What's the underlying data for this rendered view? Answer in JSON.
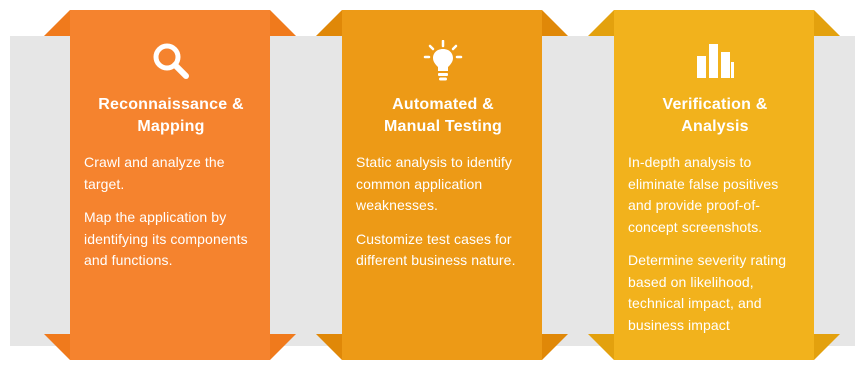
{
  "colors": {
    "band": "#e6e6e6",
    "card1": "#f5832e",
    "card1_fold": "#f07a1c",
    "card2": "#ed9a16",
    "card2_fold": "#e08808",
    "card3": "#f2b21c",
    "card3_fold": "#e3a10e"
  },
  "cards": [
    {
      "icon": "magnifier-icon",
      "title": "Reconnaissance &\nMapping",
      "paragraphs": [
        "Crawl and analyze the target.",
        "Map the application by identifying its components and functions."
      ]
    },
    {
      "icon": "lightbulb-icon",
      "title": "Automated &\nManual Testing",
      "paragraphs": [
        "Static analysis to identify common application weaknesses.",
        "Customize test cases for different business nature."
      ]
    },
    {
      "icon": "bar-chart-icon",
      "title": "Verification &\nAnalysis",
      "paragraphs": [
        "In-depth analysis to eliminate false positives and provide proof-of-concept screenshots.",
        "Determine severity rating based on likelihood, technical impact, and business impact"
      ]
    }
  ]
}
